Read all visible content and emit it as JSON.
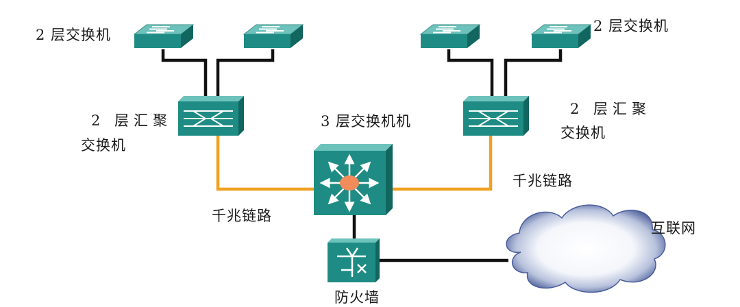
{
  "labels": {
    "l2_switch_left": "2 层交换机",
    "l2_switch_right": "2 层交换机",
    "l2_agg_left_line1": "2 层汇聚",
    "l2_agg_left_line2": "交换机",
    "l2_agg_right_line1": "2 层汇聚",
    "l2_agg_right_line2": "交换机",
    "l3_switch": "3 层交换机机",
    "gigabit_left": "千兆链路",
    "gigabit_right": "千兆链路",
    "internet": "互联网",
    "firewall": "防火墙"
  },
  "colors": {
    "device_face": "#1e8c84",
    "device_top": "#6dc2bb",
    "device_side": "#126660",
    "gigabit_link": "#f0a020",
    "black_link": "#111111",
    "core_center": "#f28c5a",
    "cloud": "#4a5d9a"
  },
  "icons": [
    "l2-switch-icon",
    "aggregation-switch-icon",
    "l3-switch-icon",
    "firewall-icon",
    "internet-cloud-icon"
  ]
}
